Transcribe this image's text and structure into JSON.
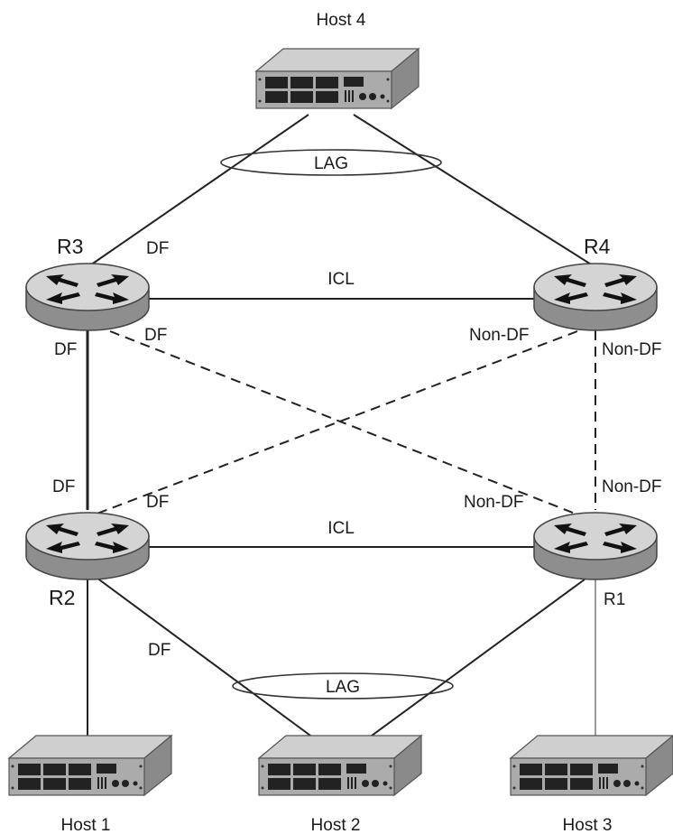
{
  "hosts": {
    "host4": "Host 4",
    "host1": "Host 1",
    "host2": "Host 2",
    "host3": "Host 3"
  },
  "routers": {
    "r1": "R1",
    "r2": "R2",
    "r3": "R3",
    "r4": "R4"
  },
  "links": {
    "lag_top": "LAG",
    "lag_bottom": "LAG",
    "icl_top": "ICL",
    "icl_bottom": "ICL"
  },
  "roles": {
    "r3_host4": "DF",
    "r3_left": "DF",
    "r3_diag": "DF",
    "r4_diag": "Non-DF",
    "r4_right": "Non-DF",
    "r2_up": "DF",
    "r2_diag": "DF",
    "r2_host2": "DF",
    "r1_diag": "Non-DF",
    "r1_up": "Non-DF"
  },
  "colors": {
    "router_top": "#d4d4d4",
    "router_side": "#8e8e8e",
    "host_top": "#cfcfcf",
    "host_front": "#ababab",
    "host_side": "#8a8a8a"
  }
}
